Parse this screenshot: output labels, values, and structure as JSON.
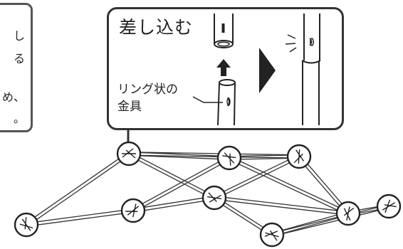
{
  "left_panel": {
    "lines": [
      "し",
      "る",
      "め、",
      "。"
    ]
  },
  "callout": {
    "title": "差し込む",
    "label_line1": "リング状の",
    "label_line2": "金具"
  }
}
